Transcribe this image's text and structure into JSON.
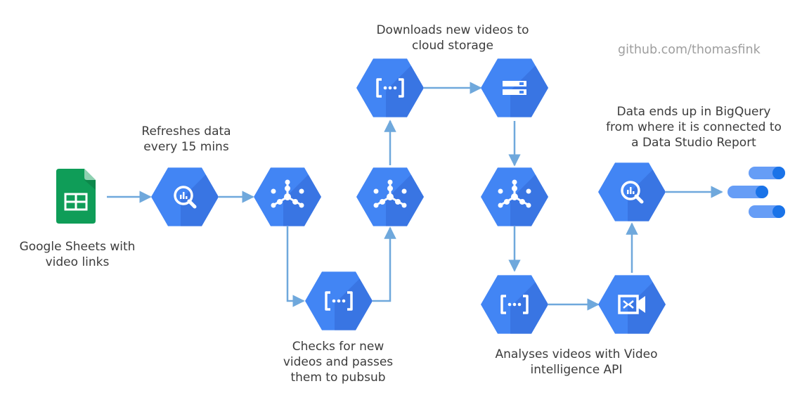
{
  "watermark": "github.com/thomasfink",
  "colors": {
    "hex_blue": "#4285f4",
    "hex_shadow": "#3367d6",
    "arrow": "#6fa8dc",
    "sheets_green": "#0f9d58",
    "sheets_dark": "#0b7a43",
    "ds_dark": "#1a73e8",
    "ds_light": "#669df6",
    "text": "#3c3c3c",
    "watermark": "#9e9e9e"
  },
  "labels": {
    "sheets": [
      "Google Sheets with",
      "video links"
    ],
    "refresh": [
      "Refreshes data",
      "every 15 mins"
    ],
    "checks": [
      "Checks for new",
      "videos and passes",
      "them to pubsub"
    ],
    "downloads": [
      "Downloads new videos to",
      "cloud storage"
    ],
    "bigquery": [
      "Data ends up in BigQuery",
      "from where it is connected to",
      "a Data Studio Report"
    ],
    "video_api": [
      "Analyses videos with Video",
      "intelligence API"
    ]
  },
  "nodes": [
    {
      "id": "google-sheets",
      "icon": "google-sheets-icon"
    },
    {
      "id": "scheduled-query",
      "icon": "bigquery-icon"
    },
    {
      "id": "pubsub-1",
      "icon": "pubsub-icon"
    },
    {
      "id": "cloud-function-check",
      "icon": "cloud-functions-icon"
    },
    {
      "id": "pubsub-2",
      "icon": "pubsub-icon"
    },
    {
      "id": "cloud-function-download",
      "icon": "cloud-functions-icon"
    },
    {
      "id": "cloud-storage",
      "icon": "cloud-storage-icon"
    },
    {
      "id": "pubsub-3",
      "icon": "pubsub-icon"
    },
    {
      "id": "cloud-function-analyse",
      "icon": "cloud-functions-icon"
    },
    {
      "id": "video-intelligence",
      "icon": "video-intelligence-icon"
    },
    {
      "id": "bigquery",
      "icon": "bigquery-icon"
    },
    {
      "id": "data-studio",
      "icon": "data-studio-icon"
    }
  ],
  "edges": [
    [
      "google-sheets",
      "scheduled-query"
    ],
    [
      "scheduled-query",
      "pubsub-1"
    ],
    [
      "pubsub-1",
      "cloud-function-check"
    ],
    [
      "cloud-function-check",
      "pubsub-2"
    ],
    [
      "pubsub-2",
      "cloud-function-download"
    ],
    [
      "cloud-function-download",
      "cloud-storage"
    ],
    [
      "cloud-storage",
      "pubsub-3"
    ],
    [
      "pubsub-3",
      "cloud-function-analyse"
    ],
    [
      "cloud-function-analyse",
      "video-intelligence"
    ],
    [
      "video-intelligence",
      "bigquery"
    ],
    [
      "bigquery",
      "data-studio"
    ]
  ]
}
